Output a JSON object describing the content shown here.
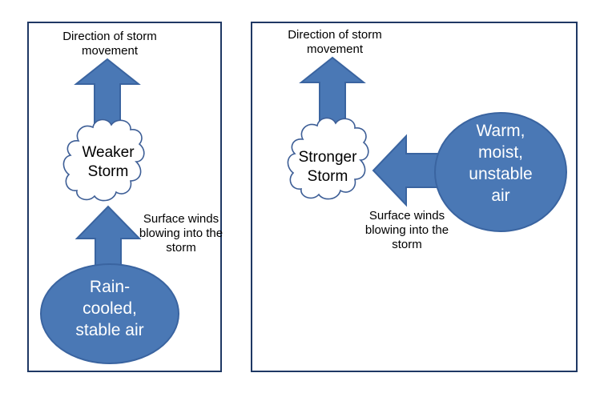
{
  "colors": {
    "shape_fill": "#4a78b5",
    "shape_stroke": "#3a64a0",
    "panel_border": "#1f3864",
    "cloud_fill": "#ffffff",
    "cloud_stroke": "#3d5e96"
  },
  "left_panel": {
    "direction_label": "Direction of storm\nmovement",
    "storm_label": "Weaker\nStorm",
    "winds_label": "Surface winds\nblowing into the\nstorm",
    "air_label": "Rain-\ncooled,\nstable air"
  },
  "right_panel": {
    "direction_label": "Direction of storm\nmovement",
    "storm_label": "Stronger\nStorm",
    "winds_label": "Surface winds\nblowing into the\nstorm",
    "air_label": "Warm,\nmoist,\nunstable\nair"
  }
}
